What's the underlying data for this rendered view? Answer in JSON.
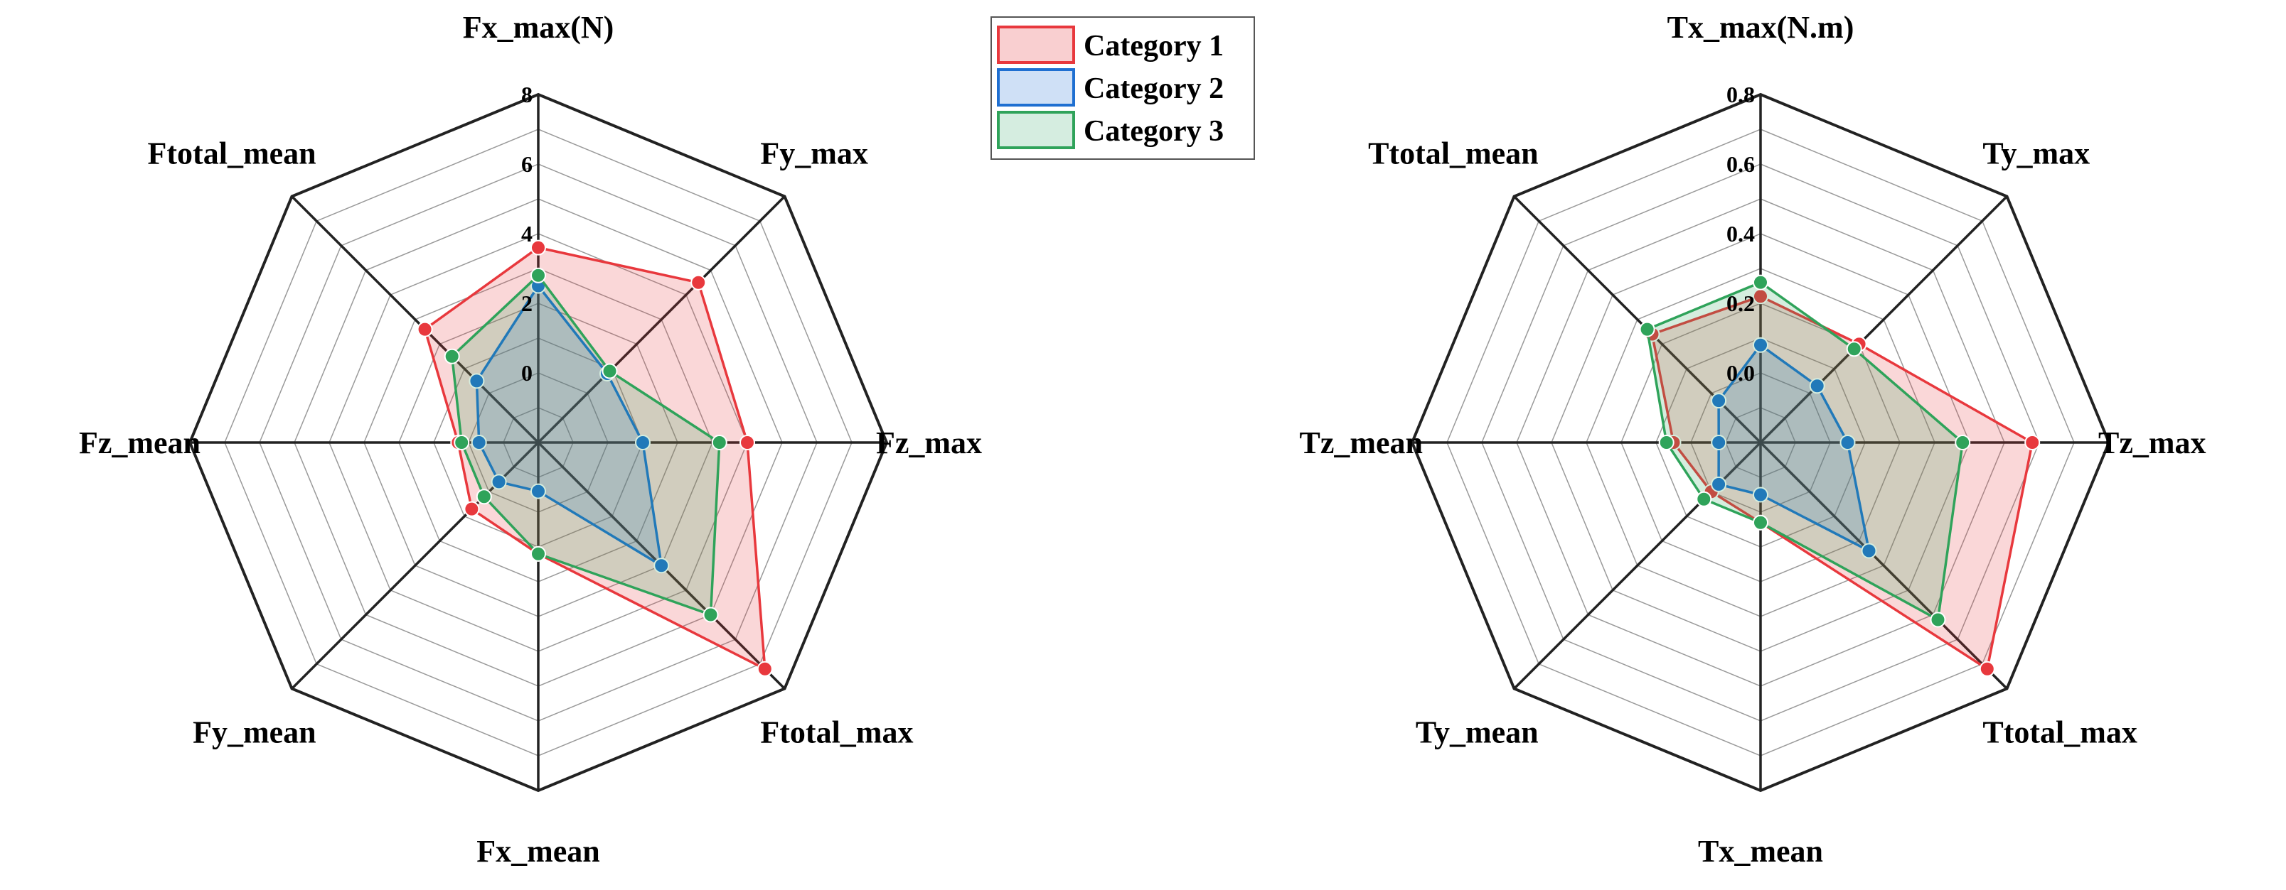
{
  "legend": {
    "entries": [
      {
        "label": "Category 1",
        "color": "#e8383d",
        "fill": "#f9cfd0"
      },
      {
        "label": "Category 2",
        "color": "#1f6fd1",
        "fill": "#cfe0f6"
      },
      {
        "label": "Category 3",
        "color": "#2fa35a",
        "fill": "#d5ede0"
      }
    ]
  },
  "chart_data": [
    {
      "type": "radar",
      "axes": [
        "Fx_max(N)",
        "Fy_max",
        "Fz_max",
        "Ftotal_max",
        "Fx_mean",
        "Fy_mean",
        "Fz_mean",
        "Ftotal_mean"
      ],
      "tick_labels": [
        "0",
        "2",
        "4",
        "6",
        "8"
      ],
      "ticks": [
        0,
        2,
        4,
        6,
        8
      ],
      "range": [
        -2,
        8
      ],
      "series": [
        {
          "name": "Category 1",
          "values": [
            3.6,
            4.5,
            4.0,
            7.2,
            1.2,
            0.7,
            0.3,
            2.6
          ]
        },
        {
          "name": "Category 2",
          "values": [
            2.5,
            0.8,
            1.0,
            3.0,
            -0.6,
            -0.4,
            -0.3,
            0.5
          ]
        },
        {
          "name": "Category 3",
          "values": [
            2.8,
            0.9,
            3.2,
            5.0,
            1.2,
            0.2,
            0.2,
            1.5
          ]
        }
      ]
    },
    {
      "type": "radar",
      "axes": [
        "Tx_max(N.m)",
        "Ty_max",
        "Tz_max",
        "Ttotal_max",
        "Tx_mean",
        "Ty_mean",
        "Tz_mean",
        "Ttotal_mean"
      ],
      "tick_labels": [
        "0.0",
        "0.2",
        "0.4",
        "0.6",
        "0.8"
      ],
      "ticks": [
        0.0,
        0.2,
        0.4,
        0.6,
        0.8
      ],
      "range": [
        -0.2,
        0.8
      ],
      "series": [
        {
          "name": "Category 1",
          "values": [
            0.22,
            0.2,
            0.58,
            0.72,
            0.03,
            0.0,
            0.05,
            0.24
          ]
        },
        {
          "name": "Category 2",
          "values": [
            0.08,
            0.03,
            0.05,
            0.24,
            -0.05,
            -0.03,
            -0.08,
            -0.03
          ]
        },
        {
          "name": "Category 3",
          "values": [
            0.26,
            0.18,
            0.38,
            0.52,
            0.03,
            0.03,
            0.07,
            0.26
          ]
        }
      ]
    }
  ]
}
